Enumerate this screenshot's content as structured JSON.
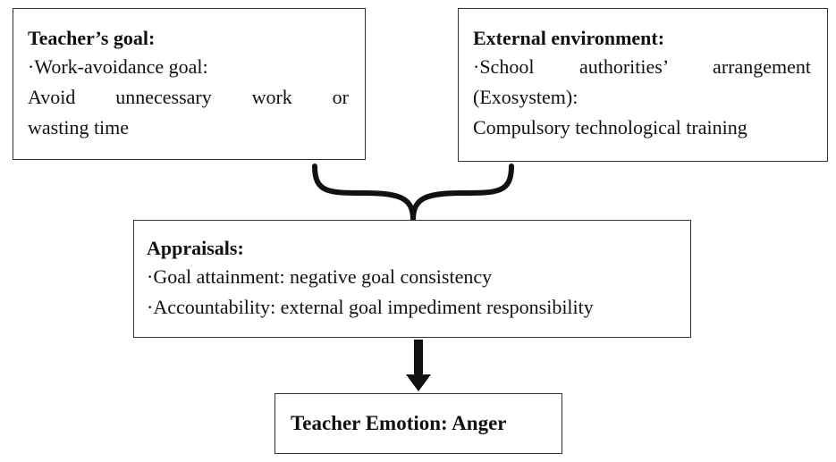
{
  "teacher_goal": {
    "title": "Teacher’s goal:",
    "item": "·Work-avoidance goal:",
    "desc_line1": "Avoid unnecessary work or",
    "desc_line2": "wasting time"
  },
  "external_environment": {
    "title": "External environment:",
    "item_line1": "·School authorities’ arrangement",
    "item_line2": "(Exosystem):",
    "desc": "Compulsory technological training"
  },
  "appraisals": {
    "title": "Appraisals:",
    "goal_attainment": "·Goal attainment: negative goal consistency",
    "accountability": "·Accountability: external goal impediment responsibility"
  },
  "emotion": {
    "label": "Teacher Emotion: Anger"
  }
}
